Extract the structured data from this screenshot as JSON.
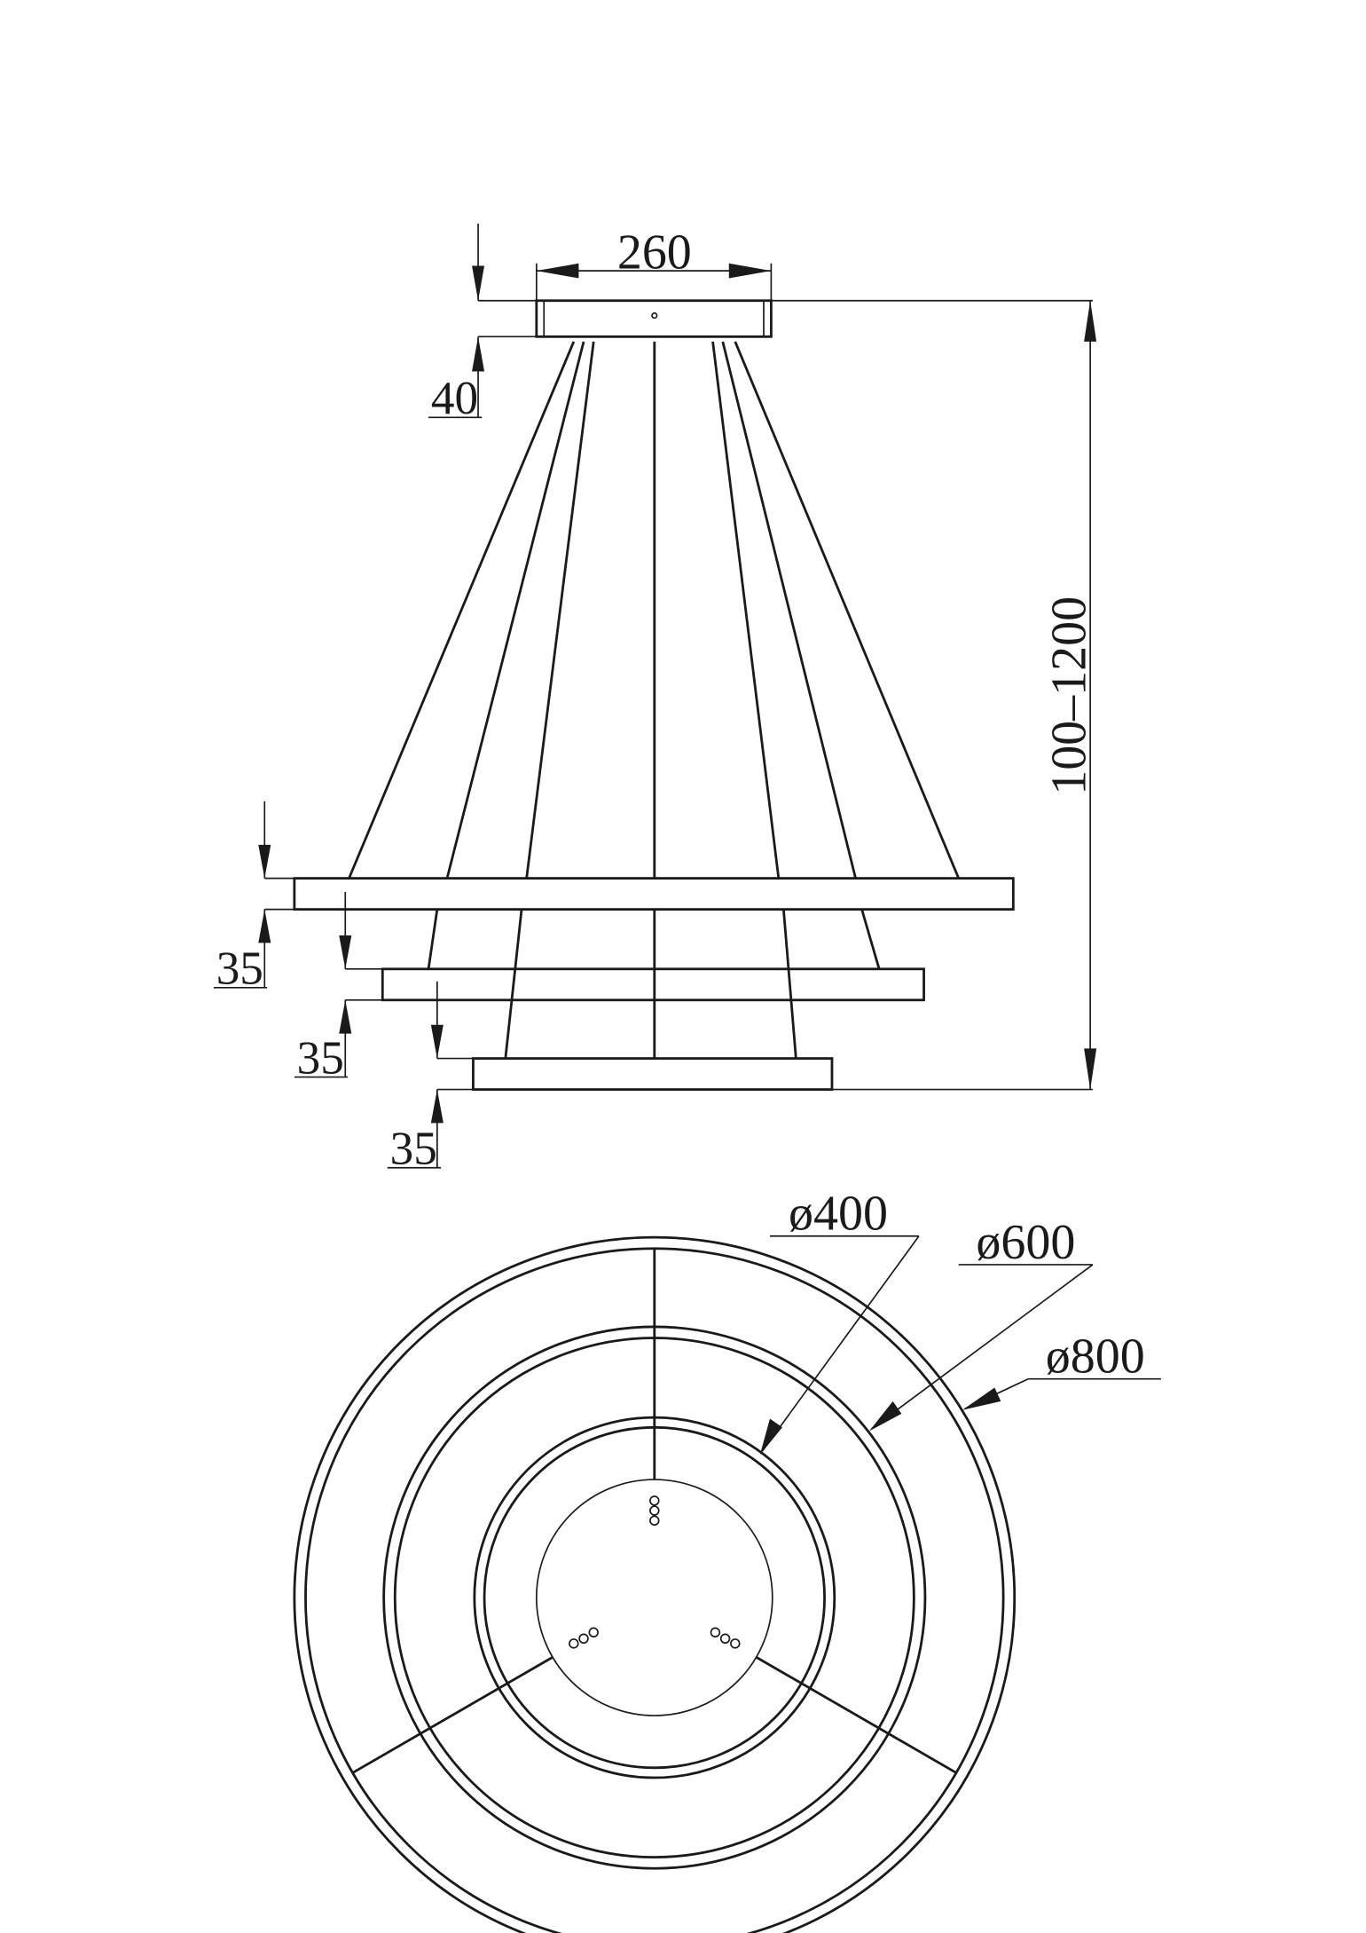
{
  "title": "Three-ring pendant lamp dimension drawing",
  "side_view": {
    "canopy_width": "260",
    "canopy_height": "40",
    "suspension_length": "100–1200",
    "ring_heights": [
      "35",
      "35",
      "35"
    ]
  },
  "top_view": {
    "diameters": [
      "ø400",
      "ø600",
      "ø800"
    ]
  },
  "colors": {
    "ink": "#1a1a1a",
    "background": "#ffffff"
  }
}
